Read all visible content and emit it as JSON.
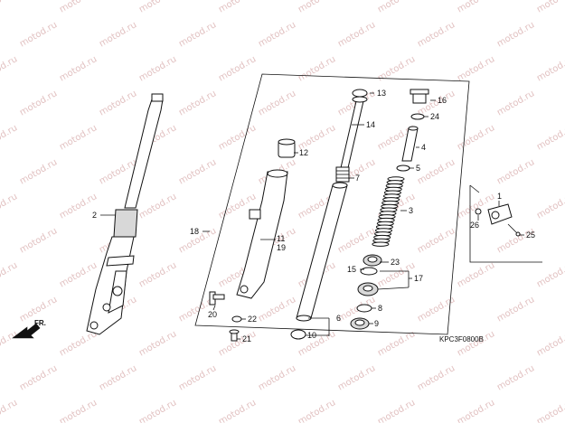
{
  "watermark": "motod.ru",
  "diagram_code": "KPC3F0800B",
  "direction_label": "FR.",
  "callouts": {
    "c1": "1",
    "c2": "2",
    "c3": "3",
    "c4": "4",
    "c5": "5",
    "c6": "6",
    "c7": "7",
    "c8": "8",
    "c9": "9",
    "c10": "10",
    "c11": "11",
    "c12": "12",
    "c13": "13",
    "c14": "14",
    "c15": "15",
    "c16": "16",
    "c17": "17",
    "c18": "18",
    "c19": "19",
    "c20": "20",
    "c21": "21",
    "c22": "22",
    "c23": "23",
    "c24": "24",
    "c25": "25",
    "c26": "26"
  },
  "colors": {
    "line": "#111111",
    "watermark": "#e2c2c2",
    "background": "#ffffff"
  }
}
